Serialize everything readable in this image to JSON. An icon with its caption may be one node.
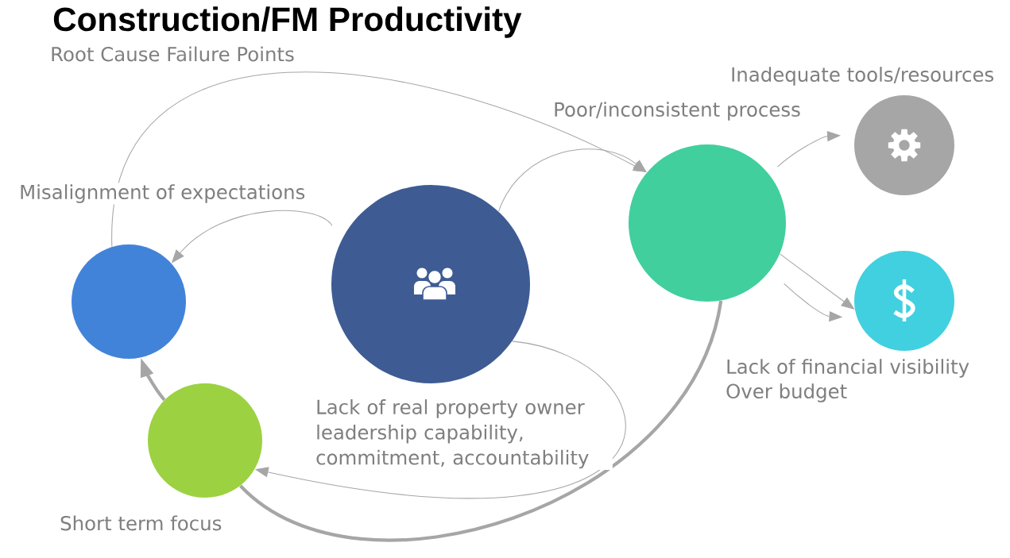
{
  "diagram": {
    "title": "Construction/FM Productivity",
    "nodes": [
      {
        "text": [],
        "shape": "circle",
        "beside": [
          "Misalignment of expectations"
        ]
      },
      {
        "text": [],
        "shape": "circle",
        "beside": [
          "Lack of real property owner leadership capability, commitment, accountability"
        ]
      },
      {
        "text": [],
        "shape": "circle",
        "beside": [
          "Poor/inconsistent process"
        ]
      },
      {
        "text": [],
        "shape": "circle",
        "beside": [
          "Inadequate tools/resources"
        ]
      },
      {
        "text": [],
        "shape": "circle",
        "beside": [
          "Lack of financial visibility",
          "Over budget"
        ]
      },
      {
        "text": [],
        "shape": "circle",
        "beside": [
          "Short term focus"
        ]
      }
    ],
    "edges": [
      {
        "from": 1,
        "to": 0,
        "arrow": "to"
      },
      {
        "from": 1,
        "to": 2,
        "arrow": "to"
      },
      {
        "from": 0,
        "to": 2,
        "arrow": "to"
      },
      {
        "from": 2,
        "to": 3,
        "arrow": "to"
      },
      {
        "from": 2,
        "to": 4,
        "arrow": "to"
      },
      {
        "from": 2,
        "to": 4,
        "arrow": "to"
      },
      {
        "from": 1,
        "to": 5,
        "arrow": "to"
      },
      {
        "from": 2,
        "to": 5,
        "arrow": "none",
        "style": "thick"
      },
      {
        "from": 5,
        "to": 0,
        "arrow": "to",
        "style": "thick"
      }
    ],
    "labels": [
      "Root Cause Failure Points"
    ]
  }
}
